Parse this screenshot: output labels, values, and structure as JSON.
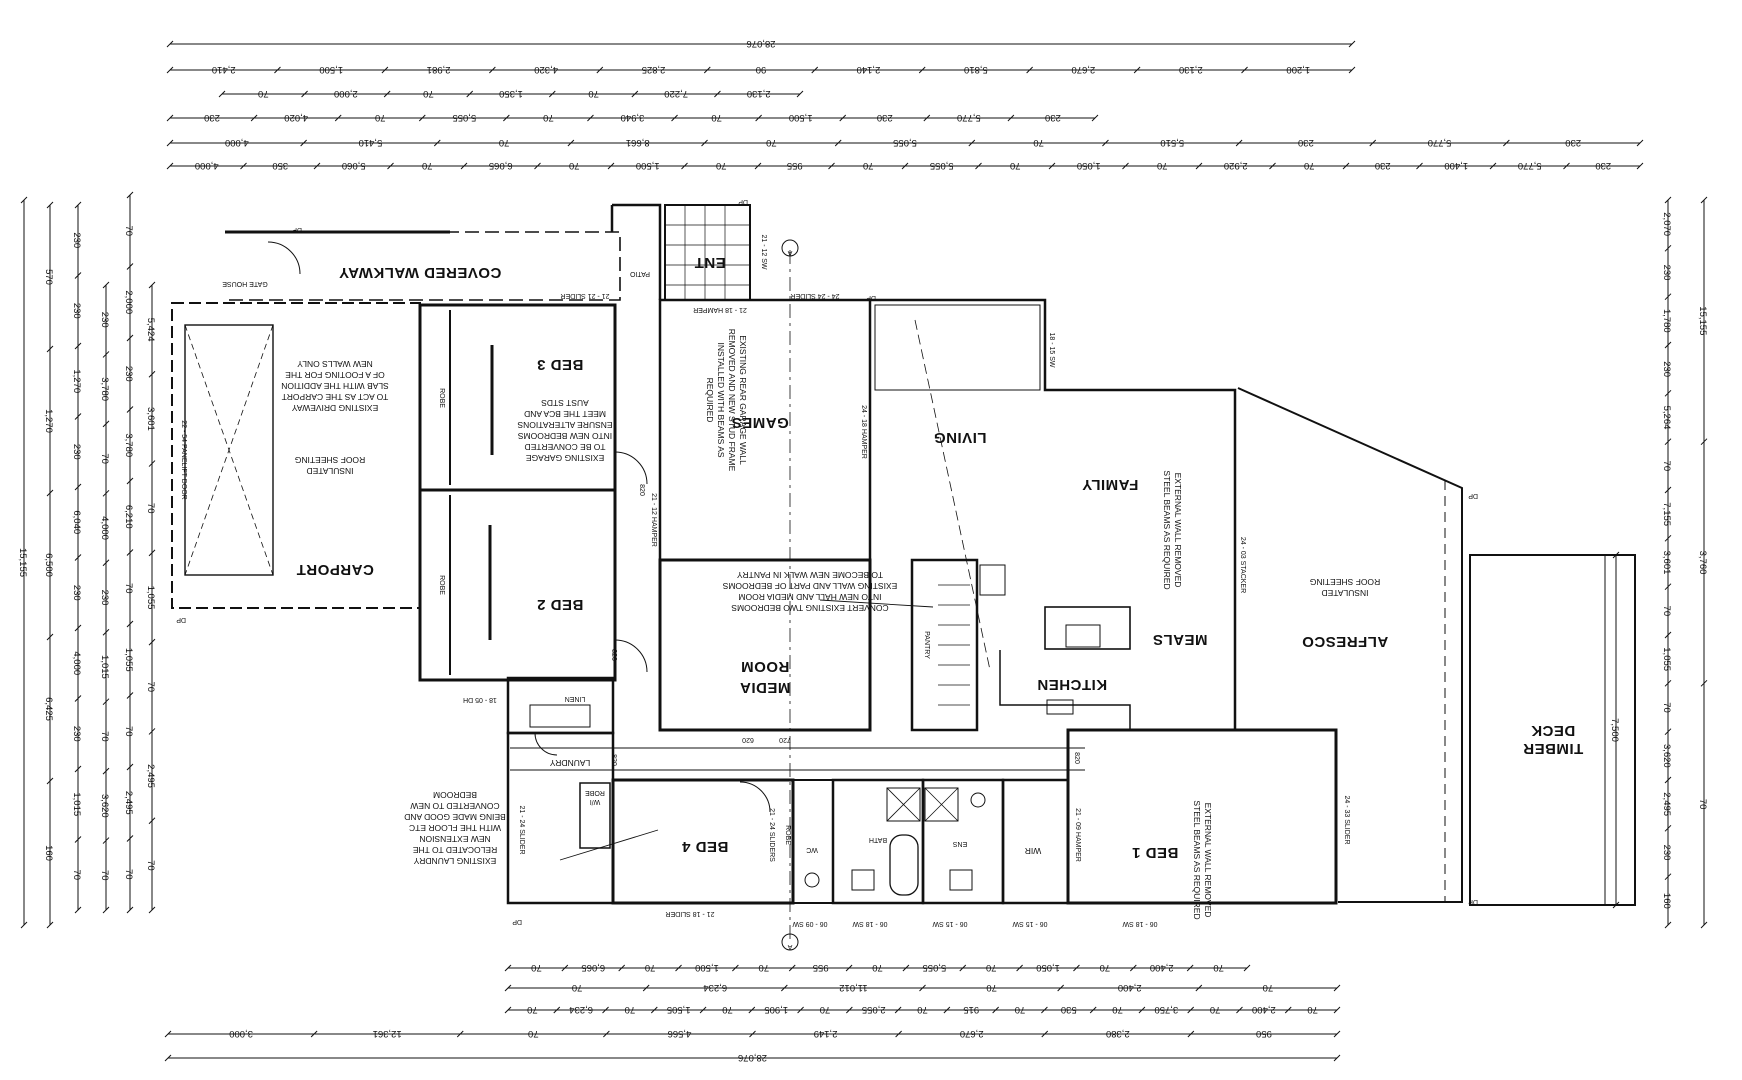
{
  "drawing": {
    "dimension_rows_top": [
      {
        "name": "overall-top",
        "values": [
          "28,076"
        ]
      },
      {
        "name": "top-row-1",
        "values": [
          "1,200",
          "2,130",
          "2,670",
          "5,810",
          "2,140",
          "90",
          "2,825",
          "4,320",
          "2,981",
          "1,500",
          "2,410"
        ]
      },
      {
        "name": "top-row-2",
        "values": [
          "2,130",
          "7,220",
          "70",
          "1,350",
          "70",
          "2,000",
          "70"
        ]
      },
      {
        "name": "top-row-3",
        "values": [
          "230",
          "5,770",
          "230",
          "1,500",
          "70",
          "3,940",
          "70",
          "5,055",
          "70",
          "4,020",
          "230"
        ]
      },
      {
        "name": "top-row-4",
        "values": [
          "230",
          "5,770",
          "230",
          "5,510",
          "70",
          "5,055",
          "70",
          "8,661",
          "70",
          "5,410",
          "4,000"
        ]
      },
      {
        "name": "top-row-5",
        "values": [
          "230",
          "5,770",
          "1,400",
          "230",
          "70",
          "2,920",
          "70",
          "1,050",
          "70",
          "5,055",
          "70",
          "955",
          "70",
          "1,500",
          "70",
          "6,065",
          "70",
          "5,060",
          "350",
          "4,000"
        ]
      }
    ],
    "dimension_rows_bottom": [
      {
        "name": "bottom-row-1",
        "values": [
          "70",
          "2,400",
          "70",
          "1,050",
          "70",
          "5,055",
          "70",
          "955",
          "70",
          "1,500",
          "70",
          "6,065",
          "70"
        ]
      },
      {
        "name": "bottom-row-2",
        "values": [
          "70",
          "2,400",
          "70",
          "11,012",
          "6,234",
          "70"
        ]
      },
      {
        "name": "bottom-row-3",
        "values": [
          "70",
          "2,400",
          "70",
          "3,750",
          "70",
          "530",
          "70",
          "915",
          "70",
          "2,055",
          "70",
          "1,905",
          "70",
          "1,505",
          "70",
          "6,234",
          "70"
        ]
      },
      {
        "name": "bottom-row-4",
        "values": [
          "950",
          "2,380",
          "2,670",
          "2,149",
          "4,566",
          "70",
          "12,361",
          "3,000"
        ]
      },
      {
        "name": "overall-bottom",
        "values": [
          "28,076"
        ]
      }
    ],
    "dimension_cols_left": [
      {
        "name": "left-col-1",
        "values": [
          "15,155"
        ]
      },
      {
        "name": "left-col-2",
        "values": [
          "570",
          "1,270",
          "6,500",
          "6,425",
          "160"
        ]
      },
      {
        "name": "left-col-3",
        "values": [
          "230",
          "230",
          "1,270",
          "230",
          "6,040",
          "230",
          "4,000",
          "230",
          "1,015",
          "70"
        ]
      },
      {
        "name": "left-col-4",
        "values": [
          "230",
          "3,780",
          "70",
          "4,000",
          "230",
          "1,015",
          "70",
          "3,620",
          "70"
        ]
      },
      {
        "name": "left-col-5",
        "values": [
          "70",
          "2,000",
          "230",
          "3,780",
          "6,210",
          "70",
          "1,055",
          "70",
          "2,495",
          "70"
        ]
      },
      {
        "name": "left-col-6",
        "values": [
          "5,424",
          "3,601",
          "70",
          "1,055",
          "70",
          "2,495",
          "70"
        ]
      }
    ],
    "dimension_cols_right": [
      {
        "name": "right-col-1",
        "values": [
          "2,070",
          "230",
          "1,780",
          "230",
          "5,264",
          "70",
          "7,155",
          "3,601",
          "70",
          "1,055",
          "70",
          "3,620",
          "2,495",
          "230",
          "160"
        ]
      },
      {
        "name": "right-col-2",
        "values": [
          "15,155",
          "3,760",
          "70"
        ]
      },
      {
        "name": "right-col-3",
        "values": [
          "7,500"
        ]
      }
    ],
    "rooms": {
      "covered_walkway": "COVERED WALKWAY",
      "gate_house": "GATE HOUSE",
      "patio": "PATIO",
      "ent": "ENT",
      "carport": "CARPORT",
      "bed3": "BED 3",
      "bed2": "BED 2",
      "games": "GAMES",
      "living": "LIVING",
      "family": "FAMILY",
      "meals": "MEALS",
      "kitchen": "KITCHEN",
      "pantry": "PANTRY",
      "media_room_l1": "MEDIA",
      "media_room_l2": "ROOM",
      "alfresco": "ALFRESCO",
      "timber_deck_l1": "TIMBER",
      "timber_deck_l2": "DECK",
      "laundry": "LAUNDRY",
      "linen": "LINEN",
      "wipe": "WIR",
      "wim_l1": "W/I",
      "wim_l2": "ROBE",
      "bed4": "BED 4",
      "robe1": "ROBE",
      "robe2": "ROBE",
      "robe3": "ROBE",
      "bath": "BATH",
      "ens": "ENS",
      "wc": "WC",
      "wir": "WIR",
      "bed1": "BED 1"
    },
    "notes": {
      "carport_roof": [
        "INSULATED",
        "ROOF SHEETING"
      ],
      "carport_driveway": [
        "EXISTING DRIVEWAY",
        "TO ACT AS THE CARPORT",
        "SLAB WITH THE ADDITION",
        "OF A FOOTING FOR THE",
        "NEW WALLS ONLY"
      ],
      "garage_convert": [
        "EXISTING GARAGE",
        "TO BE CONVERTED",
        "INTO NEW BEDROOMS",
        "ENSURE ALTERATIONS",
        "MEET THE BCA AND",
        "AUST STDS"
      ],
      "games_wall": [
        "EXISTING REAR GARAGE WALL",
        "REMOVED AND NEW STUD FRAME",
        "INSTALLED WITH BEAMS AS",
        "REQUIRED"
      ],
      "media_convert": [
        "CONVERT EXISTING TWO BEDROOMS",
        "INTO NEW HALL AND MEDIA ROOM",
        "EXISTING WALL AND PART OF BEDROOMS",
        "TO BECOME NEW WALK IN PANTRY"
      ],
      "family_wall": [
        "EXTERNAL WALL REMOVED",
        "STEEL BEAMS AS REQUIRED"
      ],
      "bed1_wall": [
        "EXTERNAL WALL REMOVED",
        "STEEL BEAMS AS REQUIRED"
      ],
      "alfresco_roof": [
        "INSULATED",
        "ROOF SHEETING"
      ],
      "laundry_note": [
        "EXISTING LAUNDRY",
        "RELOCATED TO THE",
        "NEW EXTENSION",
        "WITH THE FLOOR ETC",
        "BEING MADE GOOD AND",
        "CONVERTED TO NEW",
        "BEDROOM"
      ]
    },
    "openings": {
      "walkway_slider": "21 - 21 SLIDER",
      "ent_sw": "21 - 12 SW",
      "ent_hamper": "21 - 18 HAMPER",
      "living_slider": "24 - 24 SLIDER",
      "living_hamper": "24 - 18 HAMPER",
      "living_sw": "18 - 15 SW",
      "hall_hamper": "21 - 12 HAMPER",
      "alfresco_stacker": "24 - 03 STACKER",
      "bed4_slider": "21 - 24 SLIDER",
      "robe_sliders": "21 - 24 SLIDERS",
      "bed1_slider": "24 - 33 SLIDER",
      "wir_hamper": "21 - 09 HAMPER",
      "garage_door": "22 - 54 PANELIFT DOOR",
      "linen_dh": "18 - 05 DH",
      "bottom_slider": "21 - 18 SLIDER",
      "bottom_sw_1": "06 - 09 SW",
      "bottom_sw_2": "06 - 18 SW",
      "bottom_sw_3": "06 - 15 SW",
      "bottom_sw_4": "06 - 15 SW",
      "bottom_sw_5": "06 - 18 SW",
      "door_820a": "820",
      "door_820b": "820",
      "door_820c": "820",
      "door_820d": "820",
      "door_720": "720",
      "door_620": "620",
      "dp": "DP",
      "section_marker": "A"
    }
  }
}
